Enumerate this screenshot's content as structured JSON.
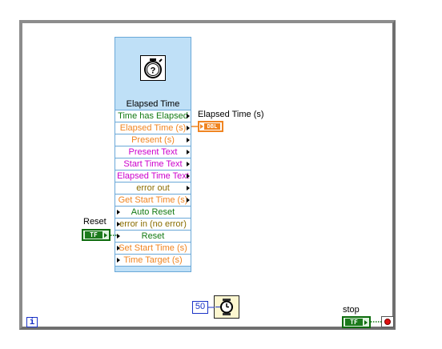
{
  "block_diagram": {
    "iteration_terminal": "i",
    "elapsed_time_vi": {
      "title": "Elapsed Time",
      "icon": "stopwatch-icon",
      "terminals": [
        {
          "label": "Time has Elapsed",
          "color": "green",
          "direction": "out"
        },
        {
          "label": "Elapsed Time (s)",
          "color": "orange",
          "direction": "out"
        },
        {
          "label": "Present (s)",
          "color": "orange",
          "direction": "out"
        },
        {
          "label": "Present Text",
          "color": "magenta",
          "direction": "out"
        },
        {
          "label": "Start Time Text",
          "color": "magenta",
          "direction": "out"
        },
        {
          "label": "Elapsed Time Text",
          "color": "magenta",
          "direction": "out"
        },
        {
          "label": "error out",
          "color": "yellow",
          "direction": "out"
        },
        {
          "label": "Get Start Time (s)",
          "color": "orange",
          "direction": "out"
        },
        {
          "label": "Auto Reset",
          "color": "green",
          "direction": "in"
        },
        {
          "label": "error in (no error)",
          "color": "yellow",
          "direction": "in"
        },
        {
          "label": "Reset",
          "color": "green",
          "direction": "in"
        },
        {
          "label": "Set Start Time (s)",
          "color": "orange",
          "direction": "in"
        },
        {
          "label": "Time Target (s)",
          "color": "orange",
          "direction": "in"
        }
      ]
    },
    "elapsed_indicator": {
      "label": "Elapsed Time (s)",
      "type_text": "DBL"
    },
    "reset_control": {
      "label": "Reset",
      "type_text": "TF"
    },
    "wait_constant": "50",
    "wait_icon": "wait-ms-icon",
    "stop_control": {
      "label": "stop",
      "type_text": "TF"
    },
    "colors": {
      "boolean": "#137a13",
      "double": "#f08522",
      "string": "#cc00cc",
      "cluster": "#8a6d00",
      "integer": "#1b33c7",
      "express_vi": "#bfe0f7"
    }
  }
}
